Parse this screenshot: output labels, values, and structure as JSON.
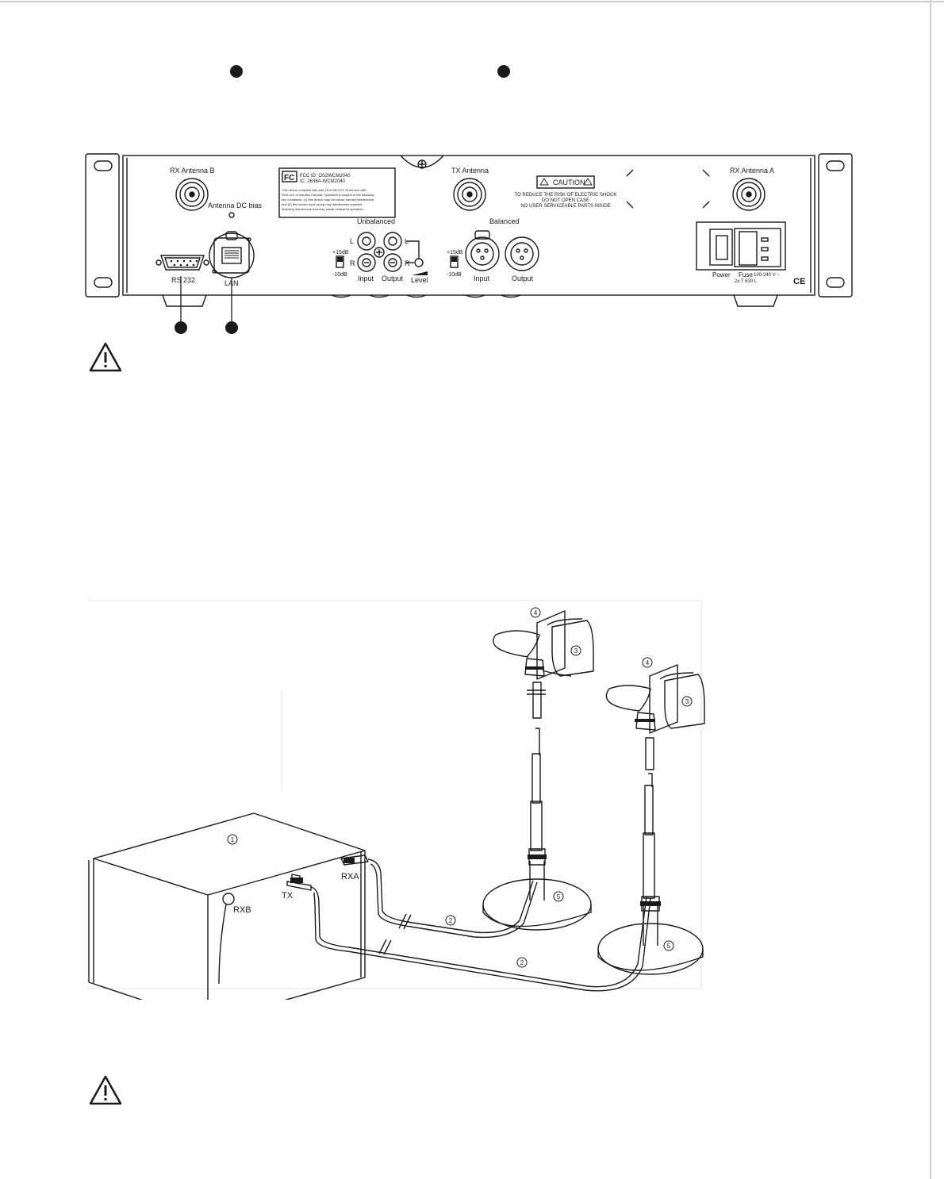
{
  "panel": {
    "rx_antenna_b": "RX Antenna B",
    "tx_antenna": "TX Antenna",
    "rx_antenna_a": "RX Antenna A",
    "antenna_dc_bias": "Antenna DC bias",
    "unbalanced": "Unbalanced",
    "balanced": "Balanced",
    "rs232": "RS 232",
    "lan": "LAN",
    "plus15db": "+15dB",
    "minus10db": "-10dB",
    "input": "Input",
    "output": "Output",
    "level": "Level",
    "l": "L",
    "r": "R",
    "power": "Power",
    "fuse": "Fuse",
    "fuse_rating": "2x T 630 L",
    "voltage": "100-240 V ~",
    "ce": "CE",
    "caution": "CAUTION",
    "caution_text": [
      "TO REDUCE THE RISK OF ELECTRIC SHOCK",
      "DO NOT OPEN CASE",
      "NO USER SERVICEABLE PARTS INSIDE"
    ],
    "fcc_logo": "FC",
    "fcc_id": "FCC ID: OS2WCM2040",
    "ic_id": "IC: 2638A-WCM2040",
    "fcc_text": [
      "This device complies with part 15 of the FCC Rules and with",
      "RSS-210 of Industry Canada. Operation is subject to the following",
      "two conditions: (1) this device may not cause harmful interference,",
      "and (2) this device must accept any interference received,",
      "including interference that may cause undesired operation."
    ]
  },
  "diagram": {
    "rxb": "RXB",
    "tx": "TX",
    "rxa": "RXA",
    "callouts": [
      "1",
      "2",
      "2",
      "3",
      "3",
      "4",
      "4",
      "5",
      "5"
    ]
  },
  "colors": {
    "ink": "#1a1a1a",
    "rule": "#cfcfcf",
    "panel_fill": "#ffffff"
  },
  "icons": [
    "warning-triangle-icon",
    "callout-dot"
  ]
}
